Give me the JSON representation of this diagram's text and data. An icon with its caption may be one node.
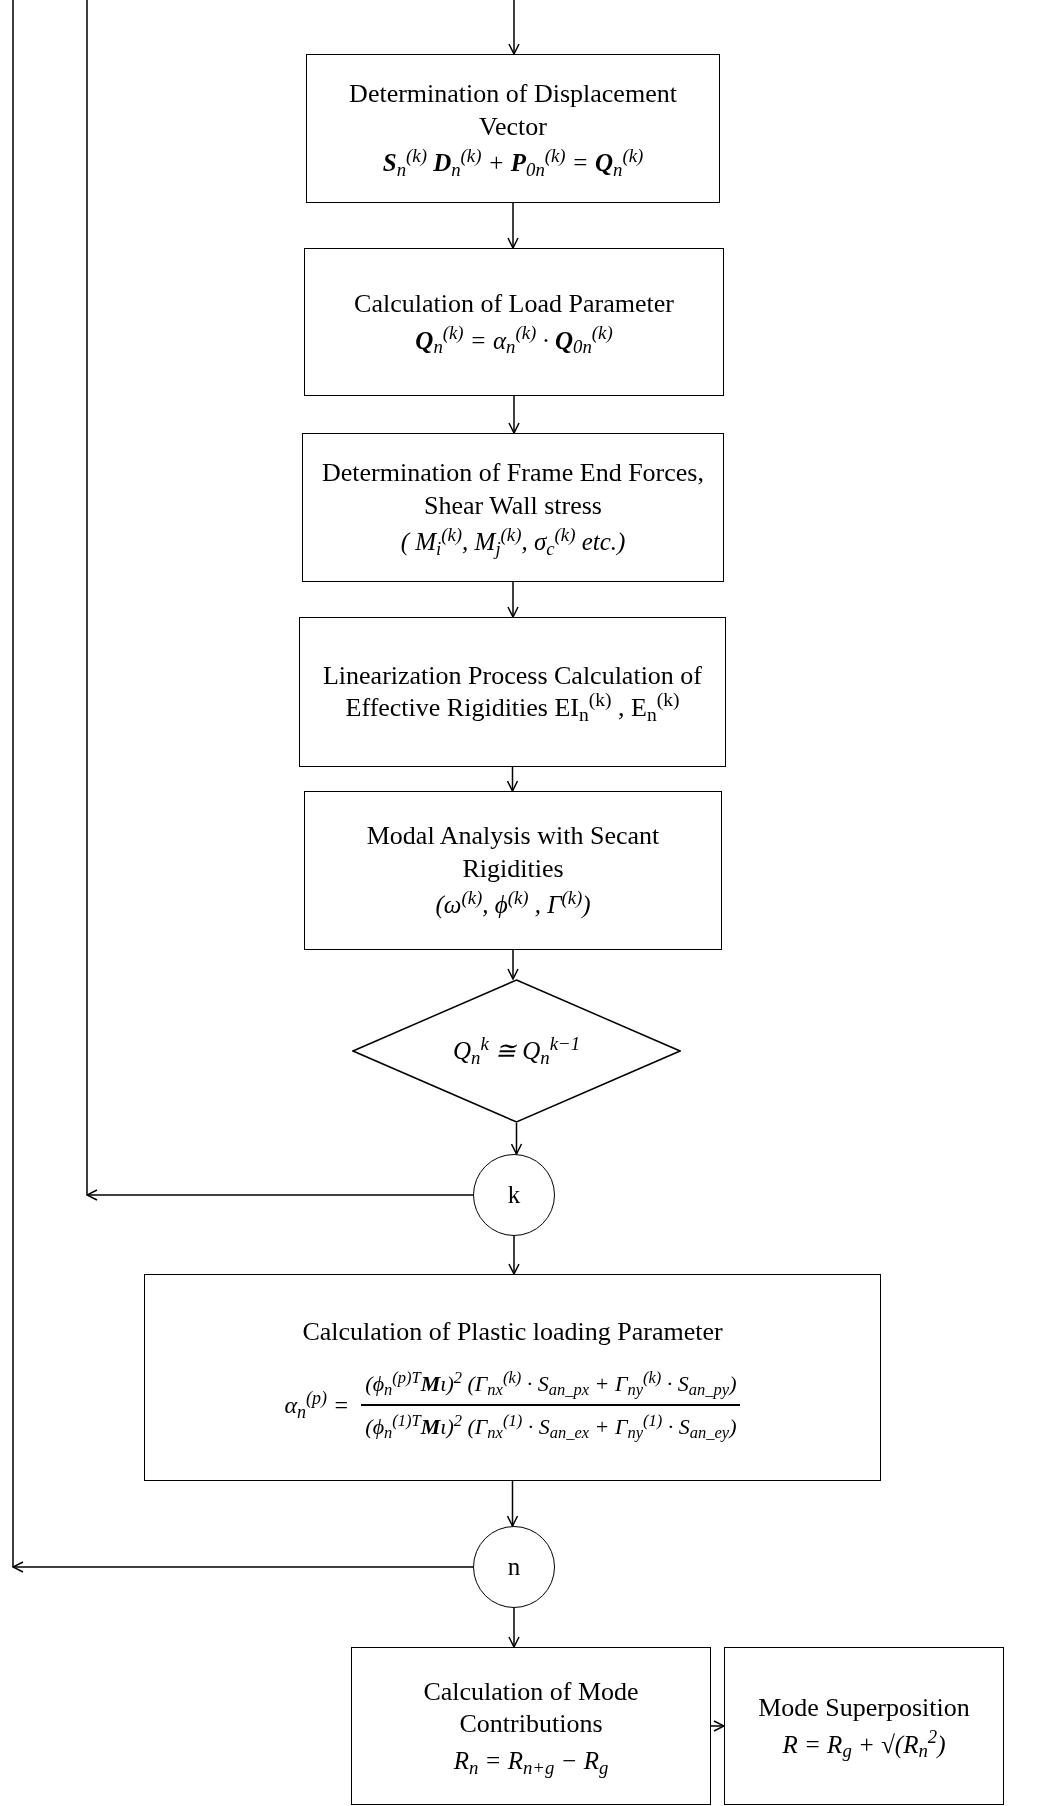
{
  "diagram": {
    "nodes": [
      {
        "text": [
          "Determination of Displacement Vector",
          "**S**$_{n}$$^{(k)}$ **D**$_{n}$$^{(k)}$ + **P**$_{0n}$$^{(k)}$ = **Q**$_{n}$$^{(k)}$"
        ]
      },
      {
        "text": [
          "Calculation of Load Parameter",
          "**Q**$_{n}$$^{(k)}$ = α$_{n}$$^{(k)}$ · **Q**$_{0n}$$^{(k)}$"
        ]
      },
      {
        "text": [
          "Determination of Frame End Forces, Shear Wall stress",
          "( M$_{i}$$^{(k)}$, M$_{j}$$^{(k)}$, σ$_{c}$$^{(k)}$ etc.)"
        ]
      },
      {
        "text": [
          "Linearization Process Calculation of Effective Rigidities EI$_{n}$$^{(k)}$ , E$_{n}$$^{(k)}$"
        ]
      },
      {
        "text": [
          "Modal Analysis with Secant Rigidities",
          "(ω$^{(k)}$, ϕ$^{(k)}$ , Γ$^{(k)}$)"
        ]
      },
      {
        "text": [
          "Q$_{n}$$^{k}$ ≅ Q$_{n}$$^{k−1}$"
        ]
      },
      {
        "text": [
          "k"
        ]
      },
      {
        "text": [
          "Calculation of Plastic loading Parameter",
          "α$_{n}$$^{(p)}$ =",
          "(ϕ$_{n}$$^{(p)T}$**M**ι)$^{2}$ (Γ$_{nx}$$^{(k)}$ · S$_{an_px}$ + Γ$_{ny}$$^{(k)}$ · S$_{an_py}$)",
          "(ϕ$_{n}$$^{(1)T}$**M**ι)$^{2}$ (Γ$_{nx}$$^{(1)}$ · S$_{an_ex}$ + Γ$_{ny}$$^{(1)}$ · S$_{an_ey}$)"
        ]
      },
      {
        "text": [
          "n"
        ]
      },
      {
        "text": [
          "Calculation of Mode Contributions",
          "R$_{n}$ = R$_{n+g}$ − R$_{g}$"
        ]
      },
      {
        "text": [
          "Mode Superposition",
          "R = R$_{g}$ + √(R$_{n}$$^{2}$)"
        ]
      }
    ],
    "edges": [
      {
        "from": null,
        "to": 0,
        "arrow": "to"
      },
      {
        "from": 0,
        "to": 1,
        "arrow": "to"
      },
      {
        "from": 1,
        "to": 2,
        "arrow": "to"
      },
      {
        "from": 2,
        "to": 3,
        "arrow": "to"
      },
      {
        "from": 3,
        "to": 4,
        "arrow": "to"
      },
      {
        "from": 4,
        "to": 5,
        "arrow": "to"
      },
      {
        "from": 5,
        "to": 6,
        "arrow": "to"
      },
      {
        "from": 6,
        "to": null,
        "arrow": "to"
      },
      {
        "from": 6,
        "to": 7,
        "arrow": "to"
      },
      {
        "from": 7,
        "to": 8,
        "arrow": "to"
      },
      {
        "from": 8,
        "to": null,
        "arrow": "to"
      },
      {
        "from": 8,
        "to": 9,
        "arrow": "to"
      },
      {
        "from": 9,
        "to": 10,
        "arrow": "to"
      }
    ]
  }
}
